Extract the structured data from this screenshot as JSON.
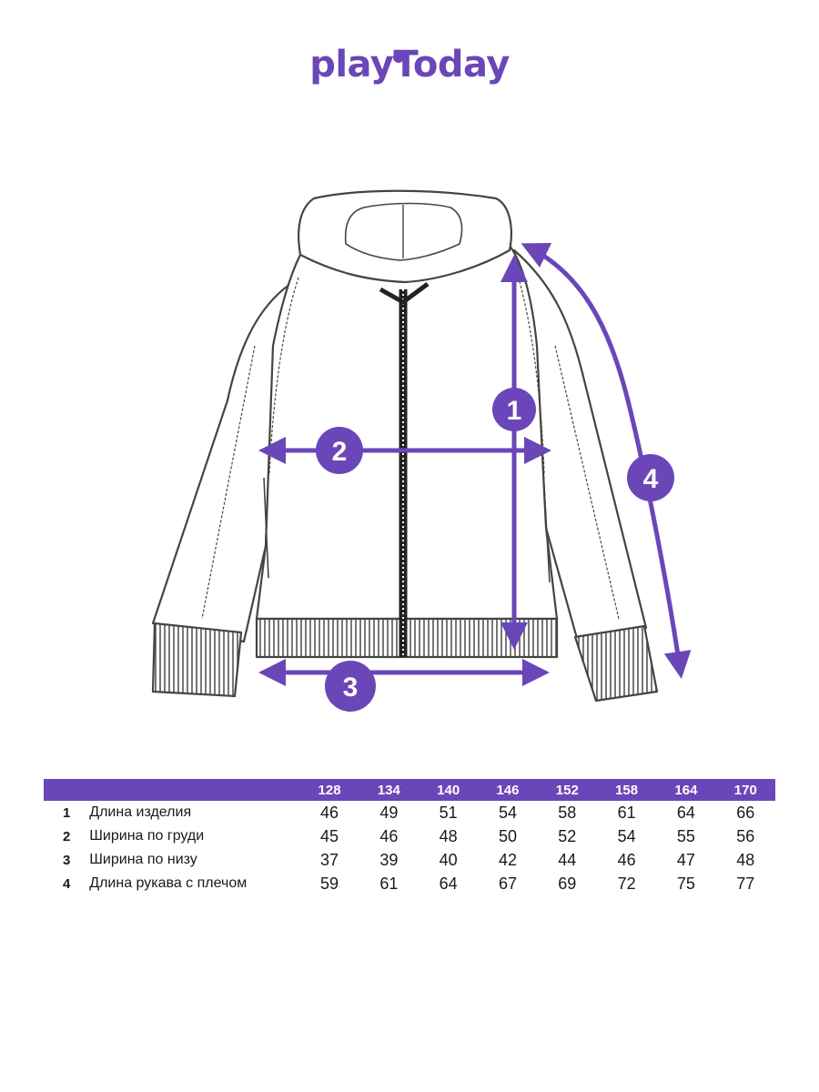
{
  "brand": {
    "name": "playToday",
    "color": "#6b46b8"
  },
  "measures": [
    {
      "id": "1",
      "icon": "length-marker"
    },
    {
      "id": "2",
      "icon": "chest-width-marker"
    },
    {
      "id": "3",
      "icon": "hem-width-marker"
    },
    {
      "id": "4",
      "icon": "sleeve-length-marker"
    }
  ],
  "table": {
    "sizes": [
      "128",
      "134",
      "140",
      "146",
      "152",
      "158",
      "164",
      "170"
    ],
    "rows": [
      {
        "index": "1",
        "name": "Длина изделия",
        "values": [
          "46",
          "49",
          "51",
          "54",
          "58",
          "61",
          "64",
          "66"
        ]
      },
      {
        "index": "2",
        "name": "Ширина по груди",
        "values": [
          "45",
          "46",
          "48",
          "50",
          "52",
          "54",
          "55",
          "56"
        ]
      },
      {
        "index": "3",
        "name": "Ширина по низу",
        "values": [
          "37",
          "39",
          "40",
          "42",
          "44",
          "46",
          "47",
          "48"
        ]
      },
      {
        "index": "4",
        "name": "Длина рукава с плечом",
        "values": [
          "59",
          "61",
          "64",
          "67",
          "69",
          "72",
          "75",
          "77"
        ]
      }
    ]
  }
}
